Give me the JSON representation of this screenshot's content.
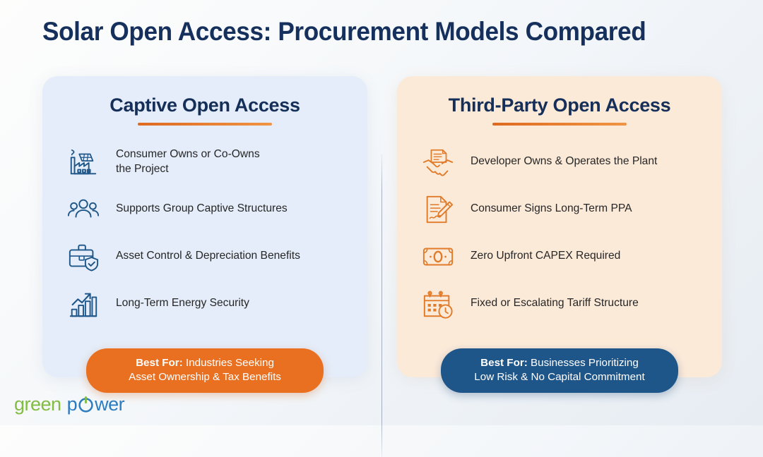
{
  "header": {
    "title": "Solar Open Access: Procurement Models Compared"
  },
  "colors": {
    "title_navy": "#15305c",
    "card_title_navy": "#152f58",
    "underline_orange": "#de6a1f",
    "left_card_bg": "#e4edf9",
    "right_card_bg": "#fcead9",
    "left_pill_bg": "#e97020",
    "right_pill_bg": "#1f5689",
    "left_icon_stroke": "#1f5689",
    "right_icon_stroke": "#e07b2a",
    "logo_green": "#83bc42",
    "logo_blue": "#2b7cc0",
    "page_bg_start": "#fdfdfc",
    "page_bg_end": "#e6ecf2",
    "divider": "#96a3b6"
  },
  "panels": [
    {
      "id": "captive-open-access",
      "title": "Captive Open Access",
      "features": [
        {
          "icon": "solar-factory-icon",
          "label": "Consumer Owns or Co-Owns\nthe Project"
        },
        {
          "icon": "group-people-icon",
          "label": "Supports Group Captive Structures"
        },
        {
          "icon": "briefcase-shield-check-icon",
          "label": "Asset Control & Depreciation Benefits"
        },
        {
          "icon": "growth-bar-chart-arrow-icon",
          "label": "Long-Term Energy Security"
        }
      ],
      "pill": {
        "prefix": "Best For:",
        "text": " Industries Seeking\nAsset Ownership & Tax Benefits"
      }
    },
    {
      "id": "third-party-open-access",
      "title": "Third-Party Open Access",
      "features": [
        {
          "icon": "handshake-document-icon",
          "label": "Developer Owns & Operates the Plant"
        },
        {
          "icon": "document-signature-pen-icon",
          "label": "Consumer Signs Long-Term PPA"
        },
        {
          "icon": "banknote-zero-icon",
          "label": "Zero Upfront CAPEX Required"
        },
        {
          "icon": "calendar-clock-icon",
          "label": "Fixed or Escalating Tariff Structure"
        }
      ],
      "pill": {
        "prefix": "Best For:",
        "text": " Businesses Prioritizing\nLow Risk & No Capital Commitment"
      }
    }
  ],
  "logo": {
    "word_one": "green",
    "word_two_a": "p",
    "word_two_icon": "power-button-icon",
    "word_two_b": "wer"
  }
}
